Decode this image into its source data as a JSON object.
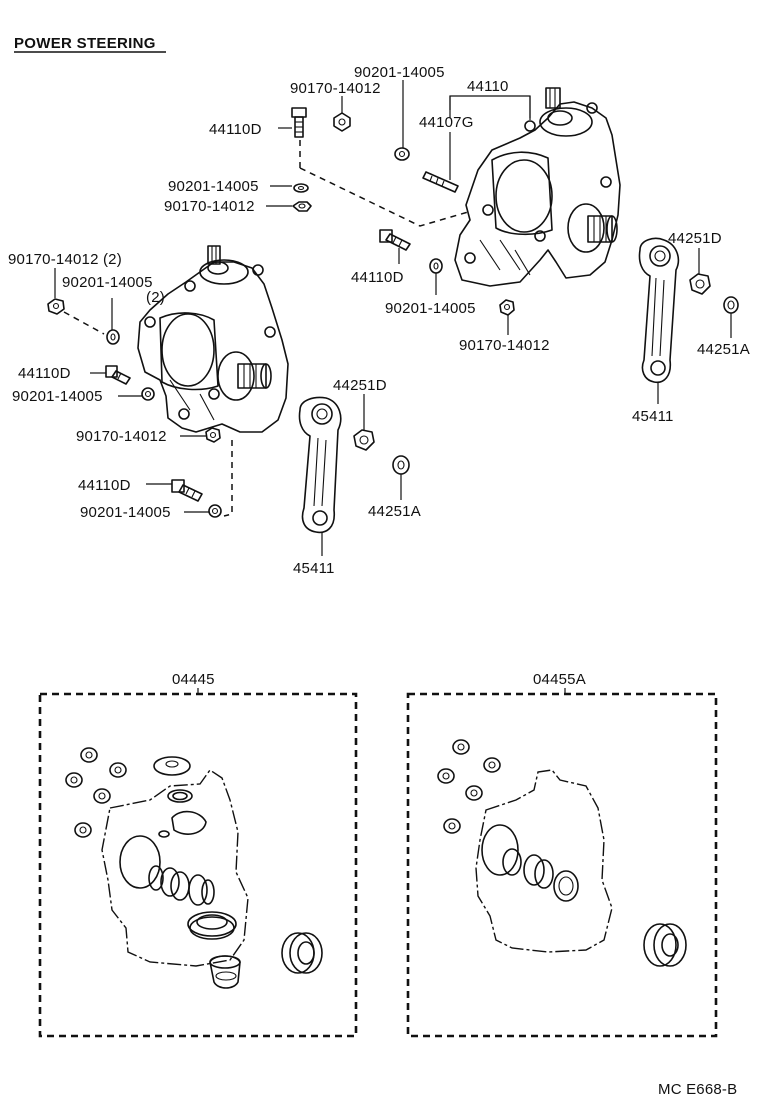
{
  "title": "POWER STEERING",
  "diagram_code": "MC E668-B",
  "upper_right_assembly": {
    "gear_housing": "44110",
    "stud": "44107G",
    "bolt": "44110D",
    "bolt_lower": "44110D",
    "washer_top": "90201-14005",
    "nut_top": "90170-14012",
    "washer_left": "90201-14005",
    "nut_left": "90170-14012",
    "washer_lower": "90201-14005",
    "nut_lower": "90170-14012",
    "nut_arm": "44251D",
    "washer_arm": "44251A",
    "pitman_arm": "45411"
  },
  "lower_left_assembly": {
    "nut_top": "90170-14012 (2)",
    "washer_top": "90201-14005",
    "washer_top_qty": "(2)",
    "bolt_1": "44110D",
    "washer_1": "90201-14005",
    "nut_1": "90170-14012",
    "bolt_2": "44110D",
    "washer_2": "90201-14005",
    "nut_arm": "44251D",
    "washer_arm": "44251A",
    "pitman_arm": "45411"
  },
  "kits": [
    {
      "part_no": "04445"
    },
    {
      "part_no": "04455A"
    }
  ]
}
